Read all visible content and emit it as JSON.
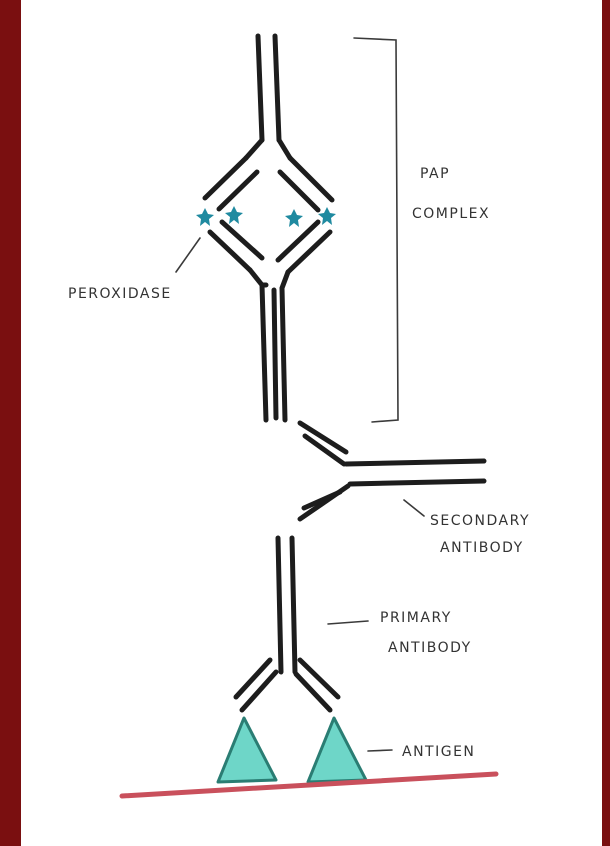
{
  "labels": {
    "pap_complex_line1": "PAP",
    "pap_complex_line2": "COMPLEX",
    "peroxidase": "PEROXIDASE",
    "secondary_line1": "SECONDARY",
    "secondary_line2": "ANTIBODY",
    "primary_line1": "PRIMARY",
    "primary_line2": "ANTIBODY",
    "antigen": "ANTIGEN"
  },
  "colors": {
    "frame": "#7a0f10",
    "ink": "#1d1d1d",
    "peroxidase": "#1f8aa0",
    "antigen_fill": "#6ed6c8",
    "antigen_stroke": "#2a7d73",
    "membrane": "#c9505c"
  }
}
